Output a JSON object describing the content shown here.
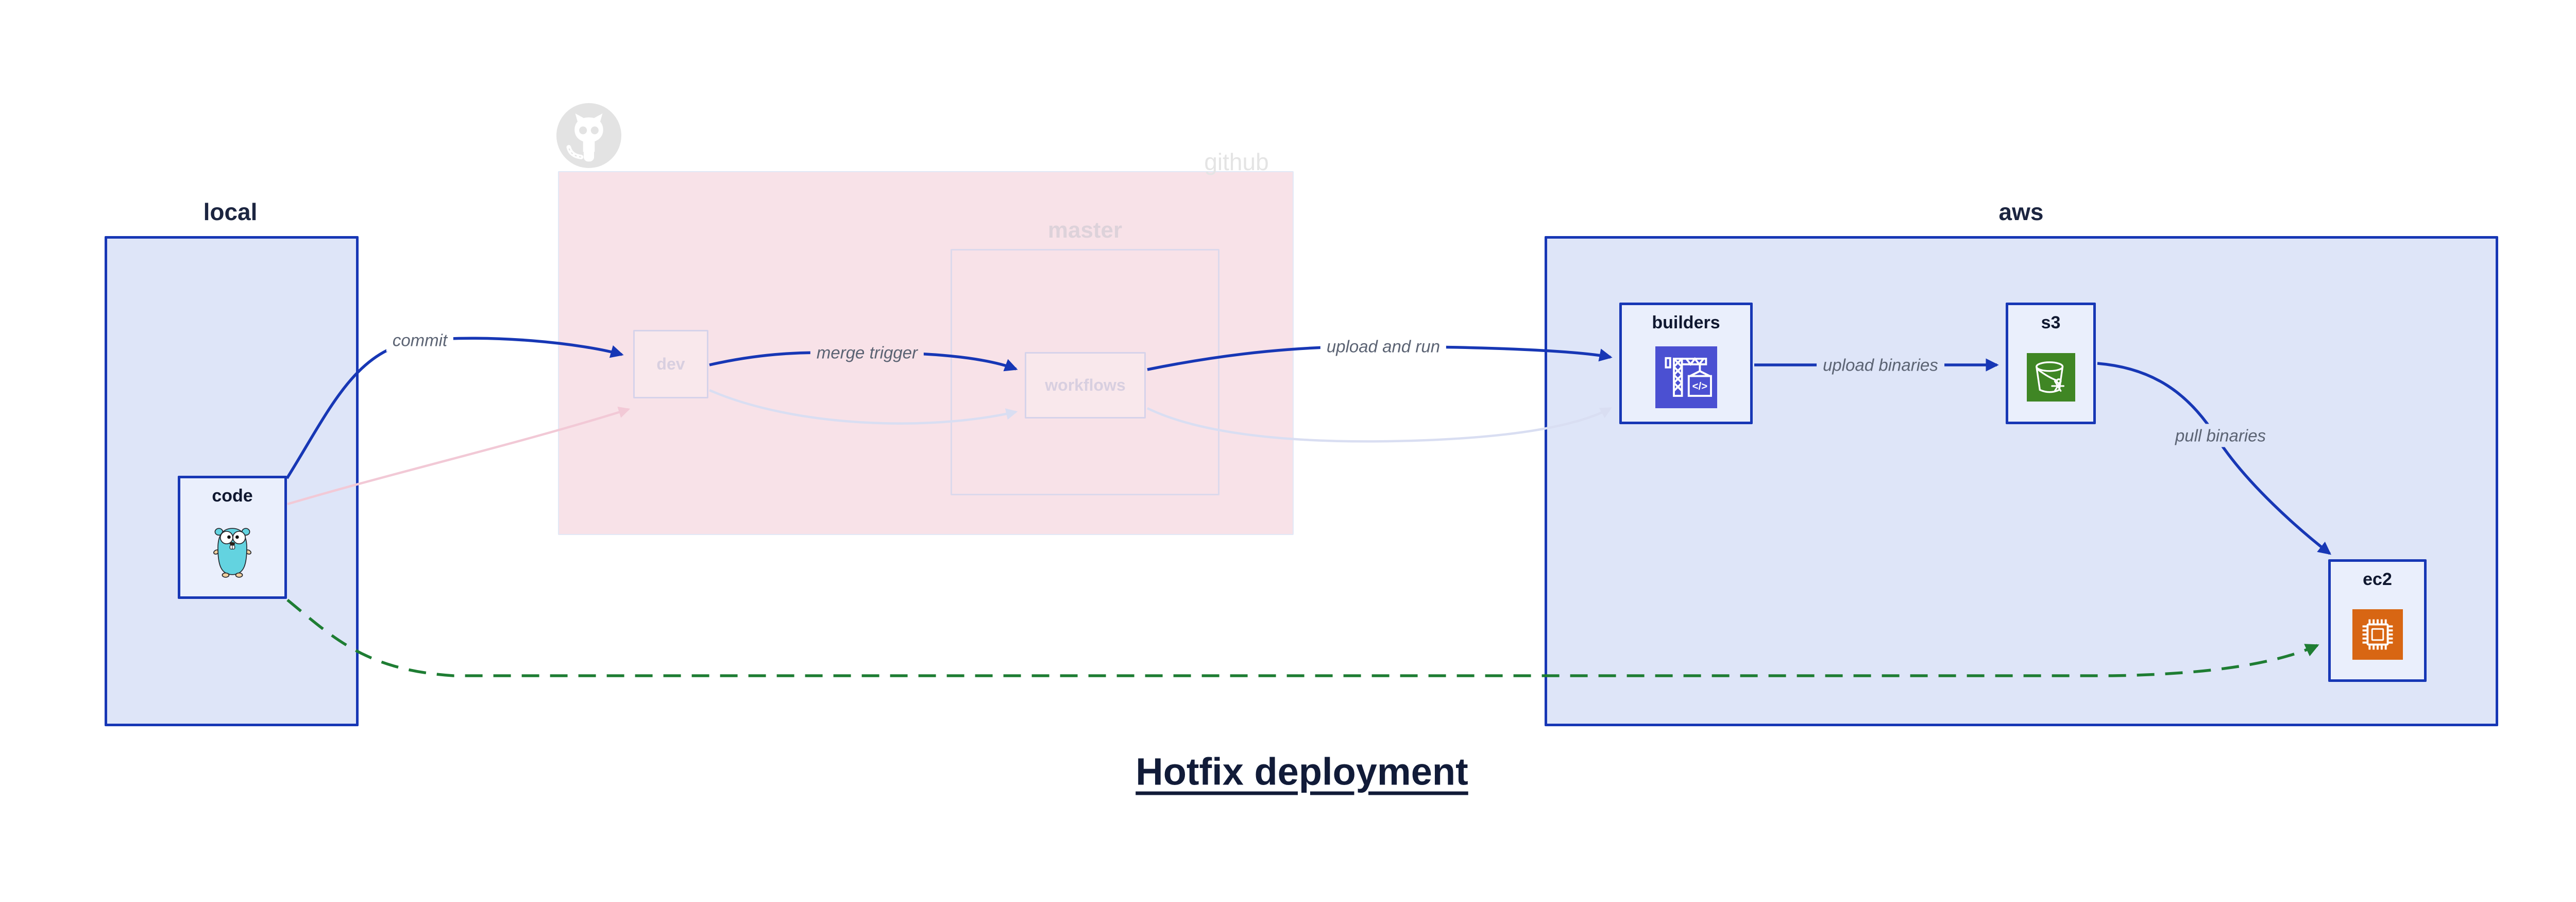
{
  "diagram": {
    "title": "Hotfix deployment",
    "regions": {
      "local": {
        "label": "local"
      },
      "github": {
        "label": "github",
        "icon": "github-octocat-icon",
        "master": {
          "label": "master"
        }
      },
      "aws": {
        "label": "aws"
      }
    },
    "nodes": {
      "code": {
        "label": "code",
        "icon": "go-gopher-icon"
      },
      "dev": {
        "label": "dev"
      },
      "workflows": {
        "label": "workflows"
      },
      "builders": {
        "label": "builders",
        "icon": "codebuild-crane-icon"
      },
      "s3": {
        "label": "s3",
        "icon": "s3-bucket-icon"
      },
      "ec2": {
        "label": "ec2",
        "icon": "ec2-chip-icon"
      }
    },
    "edges": [
      {
        "id": "commit",
        "label": "commit"
      },
      {
        "id": "merge-trigger",
        "label": "merge trigger"
      },
      {
        "id": "upload-and-run",
        "label": "upload and run"
      },
      {
        "id": "upload-binaries",
        "label": "upload binaries"
      },
      {
        "id": "pull-binaries",
        "label": "pull binaries"
      }
    ],
    "colors": {
      "accent_blue": "#1737b5",
      "region_blue_fill": "#dee5f8",
      "node_blue_fill": "#eaeffc",
      "pink_fill": "#f8e2e8",
      "faded_lavender": "#d9def2",
      "faded_pink": "#f2c9d6",
      "green": "#1e7d33",
      "github_gray": "#e3e3e3",
      "codebuild_indigo": "#4b50d2",
      "s3_green": "#3f8624",
      "ec2_orange": "#d86613"
    }
  }
}
